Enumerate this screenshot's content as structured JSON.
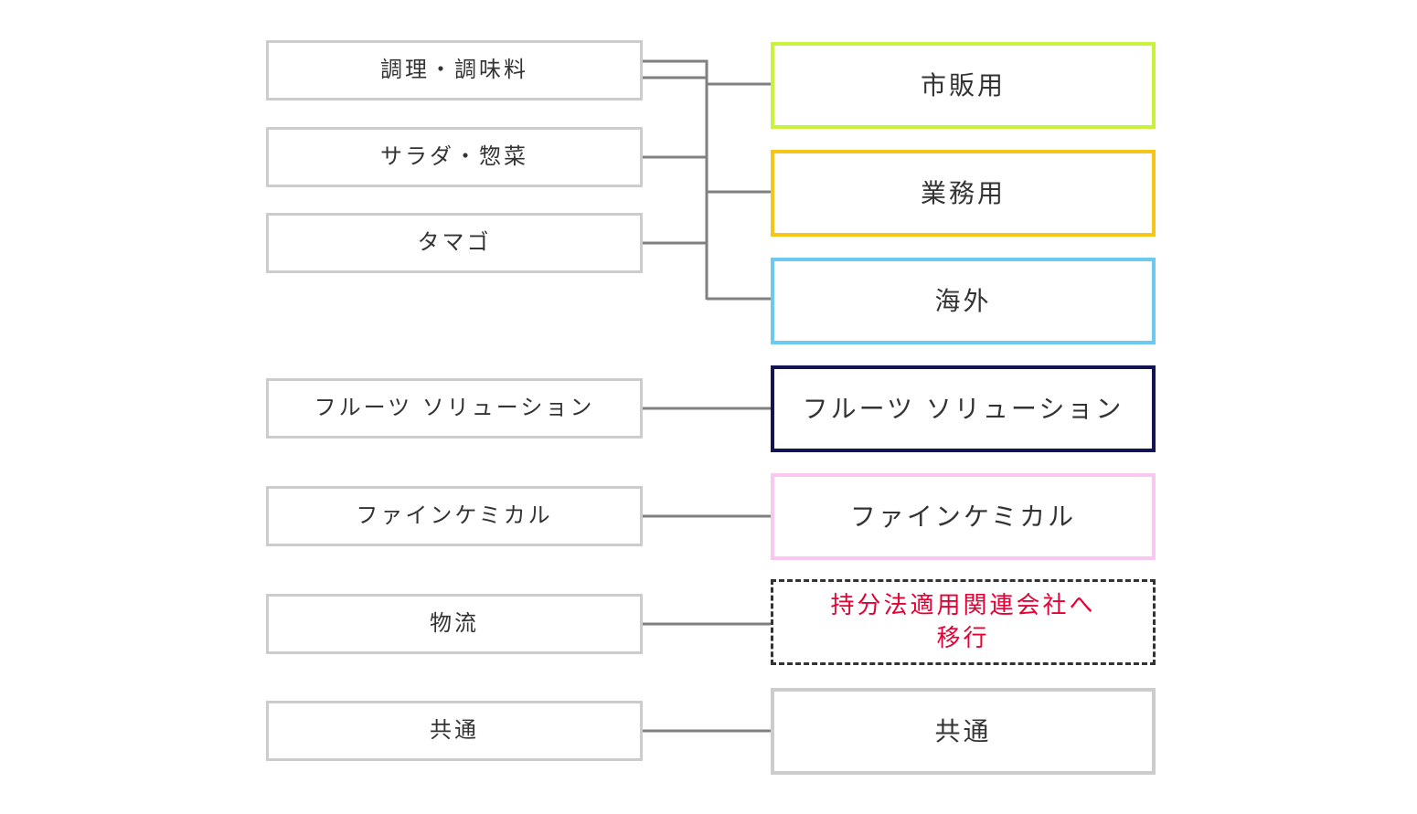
{
  "before": {
    "items": [
      {
        "label": "調理・調味料"
      },
      {
        "label": "サラダ・惣菜"
      },
      {
        "label": "タマゴ"
      },
      {
        "label": "フルーツ ソリューション"
      },
      {
        "label": "ファインケミカル"
      },
      {
        "label": "物流"
      },
      {
        "label": "共通"
      }
    ]
  },
  "after": {
    "items": [
      {
        "label": "市販用",
        "color": "#c9f23c"
      },
      {
        "label": "業務用",
        "color": "#f5c518"
      },
      {
        "label": "海外",
        "color": "#6cc9f2"
      },
      {
        "label": "フルーツ ソリューション",
        "color": "#141452"
      },
      {
        "label": "ファインケミカル",
        "color": "#f8c8f0"
      },
      {
        "label_line1": "持分法適用関連会社へ",
        "label_line2": "移行",
        "color": "#e60033"
      },
      {
        "label": "共通",
        "color": "#cccccc"
      }
    ]
  }
}
